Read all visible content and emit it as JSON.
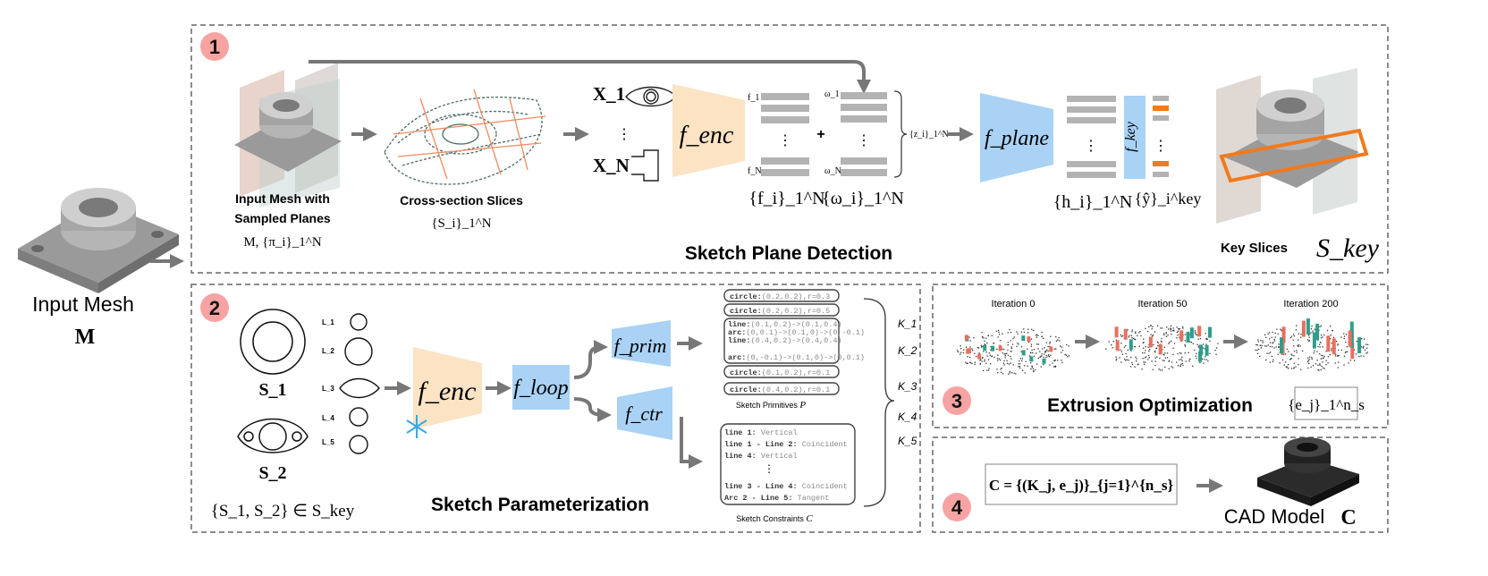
{
  "input_mesh": {
    "label": "Input Mesh",
    "symbol": "M"
  },
  "panel1": {
    "badge": "1",
    "title": "Sketch Plane Detection",
    "mesh_caption_line1": "Input Mesh with",
    "mesh_caption_line2": "Sampled Planes",
    "mesh_math": "M, {π_i}_1^N",
    "slices_caption": "Cross-section Slices",
    "slices_math": "{S_i}_1^N",
    "x1": "X_1",
    "xn": "X_N",
    "vdots": "⋮",
    "f_enc": "f_enc",
    "f1": "f_1",
    "fN": "f_N",
    "w1": "ω_1",
    "wN": "ω_N",
    "plus": "+",
    "f_set": "{f_i}_1^N",
    "w_set": "{ω_i}_1^N",
    "z_set": "{z_i}_1^N",
    "f_plane": "f_plane",
    "f_key": "f_key",
    "h_set": "{h_i}_1^N",
    "y_set": "{ŷ}_i^key",
    "key_slices": "Key Slices",
    "key_symbol": "S_key"
  },
  "panel2": {
    "badge": "2",
    "title": "Sketch Parameterization",
    "s1": "S_1",
    "s2": "S_2",
    "set": "{S_1, S_2} ∈ S_key",
    "loops": [
      "L_1",
      "L_2",
      "L_3",
      "L_4",
      "L_5"
    ],
    "f_enc": "f_enc",
    "f_loop": "f_loop",
    "f_prim": "f_prim",
    "f_ctr": "f_ctr",
    "primitives": [
      {
        "k": "circle:",
        "v": "(0.2,0.2),r=0.3"
      },
      {
        "k": "circle:",
        "v": "(0.2,0.2),r=0.5"
      },
      {
        "k": "line:",
        "v": "(0.1,0.2)->(0.1,0.4)"
      },
      {
        "k": "arc:",
        "v": "(0,0.1)->(0.1,0)->(0,-0.1)"
      },
      {
        "k": "line:",
        "v": "(0.4,0.2)->(0.4,0.4)"
      },
      {
        "k": "arc:",
        "v": "(0,-0.1)->(0.1,0)->(0,0.1)"
      },
      {
        "k": "circle:",
        "v": "(0.1,0.2),r=0.1"
      },
      {
        "k": "circle:",
        "v": "(0.4,0.2),r=0.1"
      }
    ],
    "prim_caption": "Sketch Primitives",
    "prim_symbol": "P",
    "constraints": [
      {
        "k": "line 1:",
        "v": "Vertical"
      },
      {
        "k": "line 1 - Line 2:",
        "v": "Coincident"
      },
      {
        "k": "line 4:",
        "v": "Vertical"
      },
      {
        "k": "line 3 - Line 4:",
        "v": "Coincident"
      },
      {
        "k": "Arc 2 - Line 5:",
        "v": "Tangent"
      }
    ],
    "ctr_caption": "Sketch Constraints",
    "ctr_symbol": "C",
    "k_labels": [
      "K_1",
      "K_2",
      "K_3",
      "K_4",
      "K_5"
    ]
  },
  "panel3": {
    "badge": "3",
    "title": "Extrusion Optimization",
    "iterations": [
      "Iteration 0",
      "Iteration 50",
      "Iteration 200"
    ],
    "e_set": "{e_j}_1^n_s"
  },
  "panel4": {
    "badge": "4",
    "formula": "C = {(K_j, e_j)}_{j=1}^{n_s}",
    "cad_label": "CAD Model",
    "cad_symbol": "C"
  },
  "colors": {
    "badge": "#f7a3a3",
    "encoder": "#fbe3c4",
    "module_blue": "#a9d2f5",
    "plane_orange": "#f07a1e",
    "bar_gray": "#b3b3b3",
    "teal": "#2e9e8c",
    "salmon": "#e8705f"
  }
}
